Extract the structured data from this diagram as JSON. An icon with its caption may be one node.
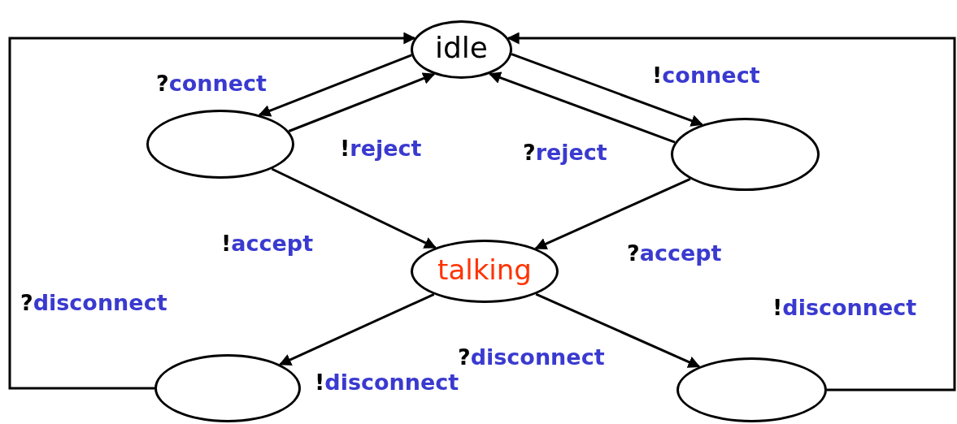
{
  "diagram": {
    "nodes": [
      {
        "text": [
          "idle"
        ]
      },
      {
        "text": [],
        "shape": "ellipse"
      },
      {
        "text": [],
        "shape": "ellipse"
      },
      {
        "text": [
          "talking"
        ]
      },
      {
        "text": [],
        "shape": "ellipse"
      },
      {
        "text": [],
        "shape": "ellipse"
      }
    ],
    "edges": [
      {
        "from": 0,
        "to": 1,
        "arrow": "to",
        "label": "?connect"
      },
      {
        "from": 1,
        "to": 0,
        "arrow": "to",
        "label": "!reject"
      },
      {
        "from": 0,
        "to": 2,
        "arrow": "to",
        "label": "!connect"
      },
      {
        "from": 2,
        "to": 0,
        "arrow": "to",
        "label": "?reject"
      },
      {
        "from": 1,
        "to": 3,
        "arrow": "to",
        "label": "!accept"
      },
      {
        "from": 2,
        "to": 3,
        "arrow": "to",
        "label": "?accept"
      },
      {
        "from": 3,
        "to": 4,
        "arrow": "to",
        "label": "!disconnect"
      },
      {
        "from": 3,
        "to": 5,
        "arrow": "to",
        "label": "?disconnect"
      },
      {
        "from": 4,
        "to": 0,
        "arrow": "to",
        "label": "?disconnect"
      },
      {
        "from": 5,
        "to": 0,
        "arrow": "to",
        "label": "!disconnect"
      }
    ]
  }
}
